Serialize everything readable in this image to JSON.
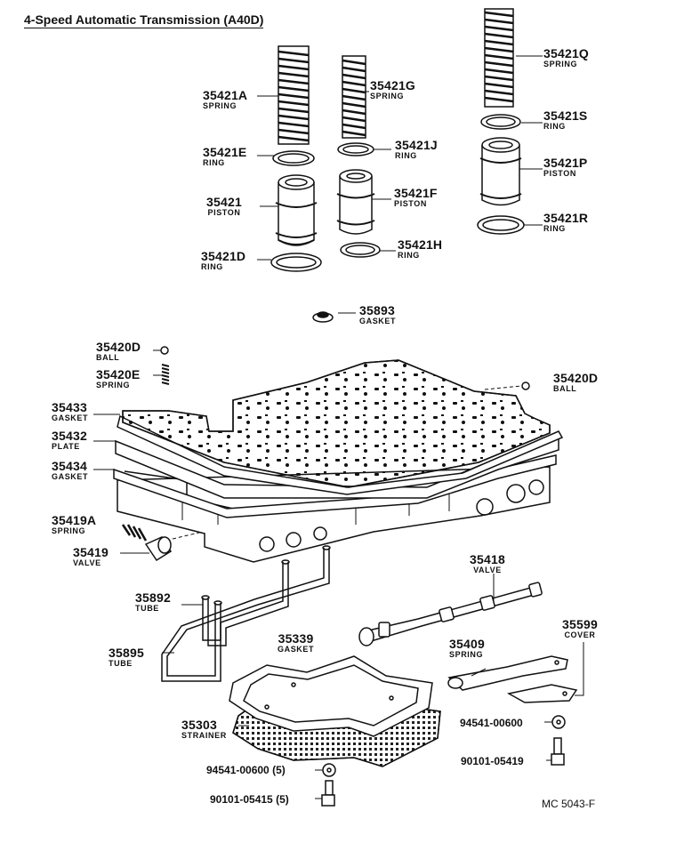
{
  "title": "4-Speed Automatic Transmission (A40D)",
  "footer_code": "MC 5043-F",
  "parts": {
    "p35421A": {
      "number": "35421A",
      "name": "SPRING"
    },
    "p35421G": {
      "number": "35421G",
      "name": "SPRING"
    },
    "p35421Q": {
      "number": "35421Q",
      "name": "SPRING"
    },
    "p35421S": {
      "number": "35421S",
      "name": "RING"
    },
    "p35421E": {
      "number": "35421E",
      "name": "RING"
    },
    "p35421J": {
      "number": "35421J",
      "name": "RING"
    },
    "p35421P": {
      "number": "35421P",
      "name": "PISTON"
    },
    "p35421": {
      "number": "35421",
      "name": "PISTON"
    },
    "p35421F": {
      "number": "35421F",
      "name": "PISTON"
    },
    "p35421R": {
      "number": "35421R",
      "name": "RING"
    },
    "p35421D": {
      "number": "35421D",
      "name": "RING"
    },
    "p35421H": {
      "number": "35421H",
      "name": "RING"
    },
    "p35893": {
      "number": "35893",
      "name": "GASKET"
    },
    "p35420D_left": {
      "number": "35420D",
      "name": "BALL"
    },
    "p35420E": {
      "number": "35420E",
      "name": "SPRING"
    },
    "p35420D_right": {
      "number": "35420D",
      "name": "BALL"
    },
    "p35433": {
      "number": "35433",
      "name": "GASKET"
    },
    "p35432": {
      "number": "35432",
      "name": "PLATE"
    },
    "p35434": {
      "number": "35434",
      "name": "GASKET"
    },
    "p35419A": {
      "number": "35419A",
      "name": "SPRING"
    },
    "p35419": {
      "number": "35419",
      "name": "VALVE"
    },
    "p35418": {
      "number": "35418",
      "name": "VALVE"
    },
    "p35892": {
      "number": "35892",
      "name": "TUBE"
    },
    "p35339": {
      "number": "35339",
      "name": "GASKET"
    },
    "p35599": {
      "number": "35599",
      "name": "COVER"
    },
    "p35895": {
      "number": "35895",
      "name": "TUBE"
    },
    "p35409": {
      "number": "35409",
      "name": "SPRING"
    },
    "p35303": {
      "number": "35303",
      "name": "STRAINER"
    }
  },
  "fasteners": {
    "washer_right": "94541-00600",
    "bolt_right": "90101-05419",
    "washer_bottom": "94541-00600 (5)",
    "bolt_bottom": "90101-05415 (5)"
  }
}
